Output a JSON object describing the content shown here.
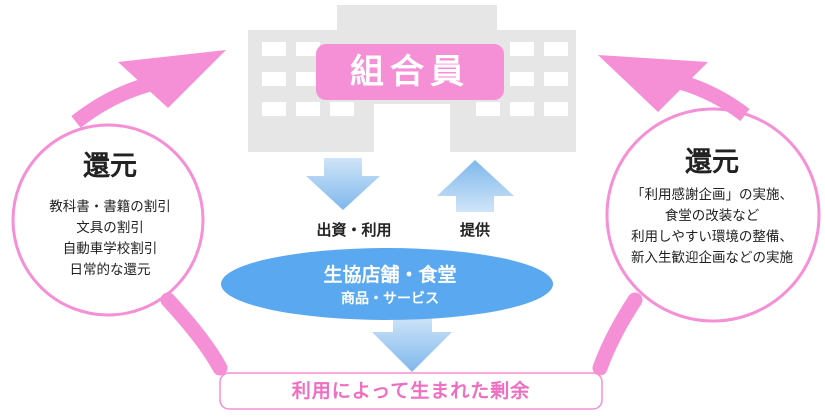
{
  "member": {
    "label": "組合員"
  },
  "store": {
    "name": "生協店舗・食堂",
    "sub": "商品・サービス"
  },
  "arrows": {
    "use_label": "出資・利用",
    "provide_label": "提供"
  },
  "surplus": {
    "label": "利用によって生まれた剰余"
  },
  "left_circle": {
    "title": "還元",
    "lines": [
      "教科書・書籍の割引",
      "文具の割引",
      "自動車学校割引",
      "日常的な還元"
    ]
  },
  "right_circle": {
    "title": "還元",
    "lines": [
      "「利用感謝企画」の実施、",
      "食堂の改装など",
      "利用しやすい環境の整備、",
      "新入生歓迎企画などの実施"
    ]
  },
  "colors": {
    "pink": "#f58fd6",
    "pink_text": "#ee6ec2",
    "blue": "#5aa8f0",
    "light_blue": "#a6cdf2",
    "building_gray": "#e6e6e6"
  }
}
